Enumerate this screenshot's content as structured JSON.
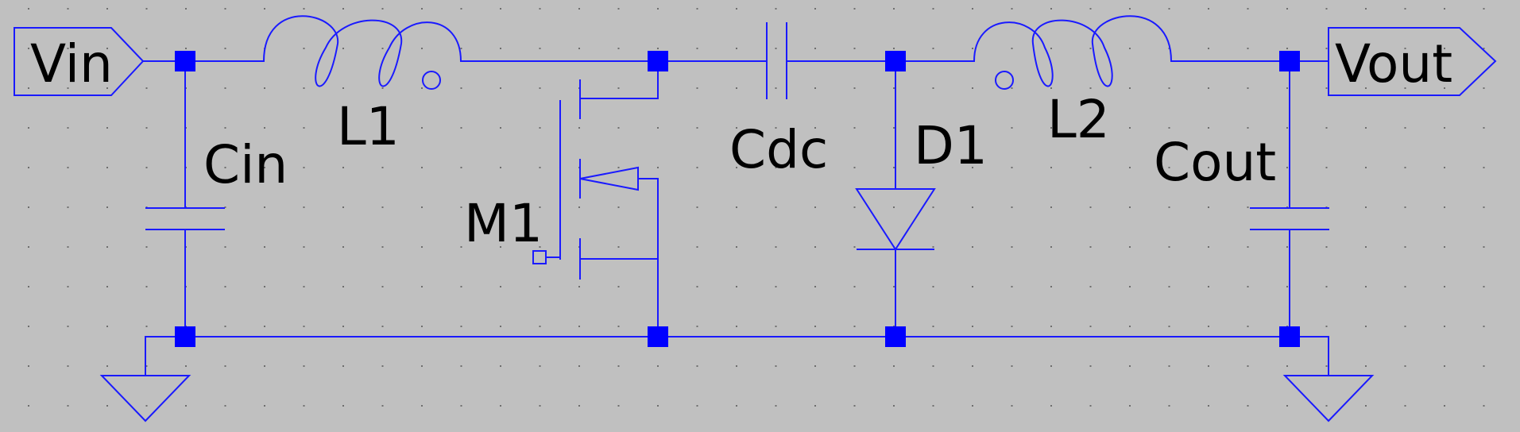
{
  "colors": {
    "background": "#c0c0c0",
    "wire": "#1a1aff",
    "junction": "#0000ff",
    "grid_dot": "#6e6e6e",
    "label": "#000000"
  },
  "ports": {
    "input": "Vin",
    "output": "Vout"
  },
  "components": {
    "inductor_1": "L1",
    "inductor_2": "L2",
    "capacitor_in": "Cin",
    "capacitor_dc": "Cdc",
    "capacitor_out": "Cout",
    "mosfet": "M1",
    "diode": "D1"
  },
  "icons": {
    "ground": "ground-icon",
    "port": "port-flag-icon",
    "junction": "junction-icon"
  }
}
